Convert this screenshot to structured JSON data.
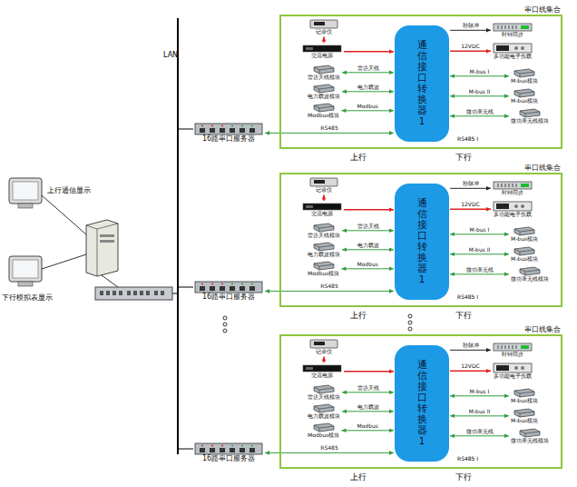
{
  "diagram": {
    "nodes": [
      {
        "text": [
          "16路串口服务器"
        ]
      },
      {
        "text": [
          "串口线集合"
        ]
      },
      {
        "text": [
          "通信接口转换器1"
        ],
        "in": 1
      },
      {
        "text": [
          "记录仪"
        ],
        "in": 1
      },
      {
        "text": [
          "交流电源"
        ],
        "in": 1
      },
      {
        "text": [
          "雷达天线模块"
        ],
        "in": 1
      },
      {
        "text": [
          "电力载波模块"
        ],
        "in": 1
      },
      {
        "text": [
          "Modbus模块"
        ],
        "in": 1
      },
      {
        "text": [
          "时钟同步"
        ],
        "in": 1
      },
      {
        "text": [
          "多功能电子负载"
        ],
        "in": 1
      },
      {
        "text": [
          "M-bus模块"
        ],
        "in": 1
      },
      {
        "text": [
          "M-bus模块"
        ],
        "in": 1
      },
      {
        "text": [
          "微功率无线模块"
        ],
        "in": 1
      },
      {
        "text": [
          "16路串口服务器"
        ]
      },
      {
        "text": [
          "串口线集合"
        ]
      },
      {
        "text": [
          "通信接口转换器1"
        ],
        "in": 14
      },
      {
        "text": [
          "记录仪"
        ],
        "in": 14
      },
      {
        "text": [
          "交流电源"
        ],
        "in": 14
      },
      {
        "text": [
          "雷达天线模块"
        ],
        "in": 14
      },
      {
        "text": [
          "电力载波模块"
        ],
        "in": 14
      },
      {
        "text": [
          "Modbus模块"
        ],
        "in": 14
      },
      {
        "text": [
          "时钟同步"
        ],
        "in": 14
      },
      {
        "text": [
          "多功能电子负载"
        ],
        "in": 14
      },
      {
        "text": [
          "M-bus模块"
        ],
        "in": 14
      },
      {
        "text": [
          "M-bus模块"
        ],
        "in": 14
      },
      {
        "text": [
          "微功率无线模块"
        ],
        "in": 14
      },
      {
        "text": [
          "16路串口服务器"
        ]
      },
      {
        "text": [
          "串口线集合"
        ]
      },
      {
        "text": [
          "通信接口转换器1"
        ],
        "in": 27
      },
      {
        "text": [
          "记录仪"
        ],
        "in": 27
      },
      {
        "text": [
          "交流电源"
        ],
        "in": 27
      },
      {
        "text": [
          "雷达天线模块"
        ],
        "in": 27
      },
      {
        "text": [
          "电力载波模块"
        ],
        "in": 27
      },
      {
        "text": [
          "Modbus模块"
        ],
        "in": 27
      },
      {
        "text": [
          "时钟同步"
        ],
        "in": 27
      },
      {
        "text": [
          "多功能电子负载"
        ],
        "in": 27
      },
      {
        "text": [
          "M-bus模块"
        ],
        "in": 27
      },
      {
        "text": [
          "M-bus模块"
        ],
        "in": 27
      },
      {
        "text": [
          "微功率无线模块"
        ],
        "in": 27
      }
    ],
    "edges": [
      {
        "from": 0,
        "to": 2,
        "label": "RS485",
        "arrow": "both"
      },
      {
        "from": 4,
        "to": 3,
        "arrow": "to"
      },
      {
        "from": 4,
        "to": 2,
        "arrow": "to"
      },
      {
        "from": 5,
        "to": 2,
        "label": "雷达天线",
        "arrow": "both"
      },
      {
        "from": 6,
        "to": 2,
        "label": "电力载波",
        "arrow": "both"
      },
      {
        "from": 7,
        "to": 2,
        "label": "Modbus",
        "arrow": "both"
      },
      {
        "from": 2,
        "to": 8,
        "label": "秒脉冲",
        "arrow": "to"
      },
      {
        "from": 2,
        "to": 9,
        "label": "12VDC",
        "arrow": "to"
      },
      {
        "from": 2,
        "to": 10,
        "label": "M-bus I",
        "arrow": "both"
      },
      {
        "from": 2,
        "to": 11,
        "label": "M-bus II",
        "arrow": "both"
      },
      {
        "from": 2,
        "to": 12,
        "label": "微功率无线",
        "arrow": "both"
      },
      {
        "from": 13,
        "to": 15,
        "label": "RS485",
        "arrow": "both"
      },
      {
        "from": 17,
        "to": 16,
        "arrow": "to"
      },
      {
        "from": 17,
        "to": 15,
        "arrow": "to"
      },
      {
        "from": 18,
        "to": 15,
        "label": "雷达天线",
        "arrow": "both"
      },
      {
        "from": 19,
        "to": 15,
        "label": "电力载波",
        "arrow": "both"
      },
      {
        "from": 20,
        "to": 15,
        "label": "Modbus",
        "arrow": "both"
      },
      {
        "from": 15,
        "to": 21,
        "label": "秒脉冲",
        "arrow": "to"
      },
      {
        "from": 15,
        "to": 22,
        "label": "12VDC",
        "arrow": "to"
      },
      {
        "from": 15,
        "to": 23,
        "label": "M-bus I",
        "arrow": "both"
      },
      {
        "from": 15,
        "to": 24,
        "label": "M-bus II",
        "arrow": "both"
      },
      {
        "from": 15,
        "to": 25,
        "label": "微功率无线",
        "arrow": "both"
      },
      {
        "from": 26,
        "to": 28,
        "label": "RS485",
        "arrow": "both"
      },
      {
        "from": 30,
        "to": 29,
        "arrow": "to"
      },
      {
        "from": 30,
        "to": 28,
        "arrow": "to"
      },
      {
        "from": 31,
        "to": 28,
        "label": "雷达天线",
        "arrow": "both"
      },
      {
        "from": 32,
        "to": 28,
        "label": "电力载波",
        "arrow": "both"
      },
      {
        "from": 33,
        "to": 28,
        "label": "Modbus",
        "arrow": "both"
      },
      {
        "from": 28,
        "to": 34,
        "label": "秒脉冲",
        "arrow": "to"
      },
      {
        "from": 28,
        "to": 35,
        "label": "12VDC",
        "arrow": "to"
      },
      {
        "from": 28,
        "to": 36,
        "label": "M-bus I",
        "arrow": "both"
      },
      {
        "from": 28,
        "to": 37,
        "label": "M-bus II",
        "arrow": "both"
      },
      {
        "from": 28,
        "to": 38,
        "label": "微功率无线",
        "arrow": "both"
      }
    ],
    "labels": [
      "LAN",
      "上行通信显示",
      "下行模拟表显示",
      "上行",
      "下行",
      "RS485 I",
      "上行",
      "下行",
      "RS485 I",
      "上行",
      "下行",
      "RS485 I"
    ]
  }
}
